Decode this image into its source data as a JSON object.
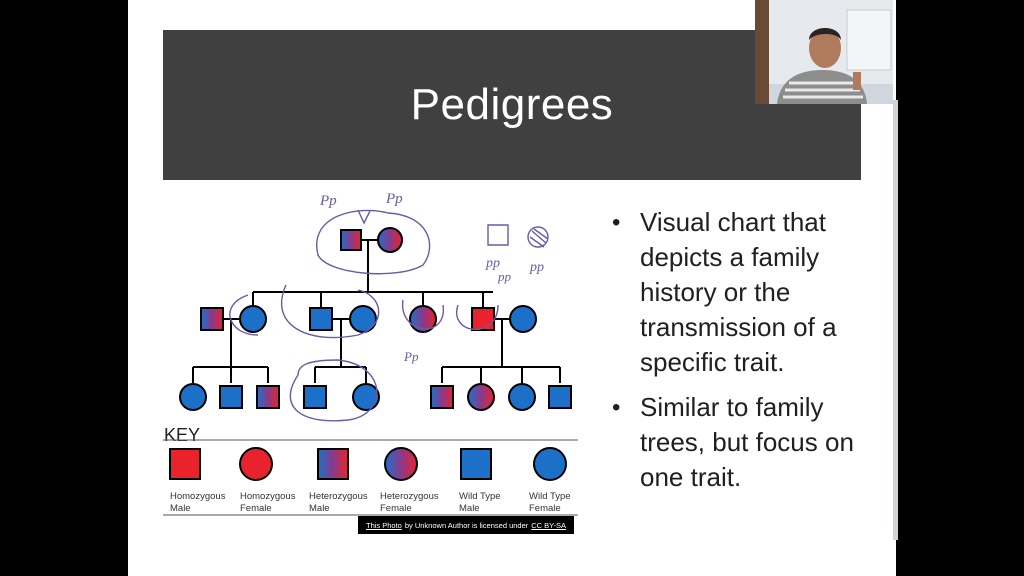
{
  "slide": {
    "title": "Pedigrees",
    "bullets": [
      "Visual chart that depicts a family history or the transmission of a specific trait.",
      "Similar to family trees, but focus on one trait."
    ],
    "bullet_glyph": "•"
  },
  "pedigree": {
    "key_title": "KEY",
    "key_items": [
      {
        "line1": "Homozygous",
        "line2": "Male",
        "icon": "red-square-icon"
      },
      {
        "line1": "Homozygous",
        "line2": "Female",
        "icon": "red-circle-icon"
      },
      {
        "line1": "Heterozygous",
        "line2": "Male",
        "icon": "half-square-icon"
      },
      {
        "line1": "Heterozygous",
        "line2": "Female",
        "icon": "half-circle-icon"
      },
      {
        "line1": "Wild Type",
        "line2": "Male",
        "icon": "blue-square-icon"
      },
      {
        "line1": "Wild Type",
        "line2": "Female",
        "icon": "blue-circle-icon"
      }
    ],
    "annotations": {
      "parent_left": "Pp",
      "parent_right": "Pp",
      "square_pp": "pp",
      "circle_pp": "pp",
      "middle_pp": "pp",
      "side_pp": "Pp"
    },
    "colors": {
      "red": "#e8232c",
      "blue": "#1d70c8",
      "ink": "#6a5aa8"
    }
  },
  "credit": {
    "photo": "This Photo",
    "by": "by Unknown Author is licensed under",
    "license": "CC BY-SA"
  },
  "webcam": {
    "label": "presenter webcam"
  }
}
